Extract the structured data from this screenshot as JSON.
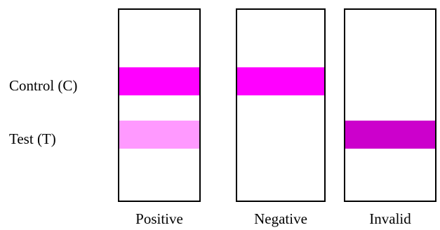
{
  "rows": {
    "control_label": "Control (C)",
    "test_label": "Test (T)"
  },
  "strips": [
    {
      "label": "Positive",
      "control_band": true,
      "test_band": true,
      "control_color": "#ff00ff",
      "test_color": "#ff99ff"
    },
    {
      "label": "Negative",
      "control_band": true,
      "test_band": false,
      "control_color": "#ff00ff",
      "test_color": null
    },
    {
      "label": "Invalid",
      "control_band": false,
      "test_band": true,
      "control_color": null,
      "test_color": "#cc00cc"
    }
  ],
  "colors": {
    "strong_band": "#ff00ff",
    "faint_band": "#ff99ff",
    "invalid_band": "#cc00cc",
    "strip_border": "#000000"
  }
}
